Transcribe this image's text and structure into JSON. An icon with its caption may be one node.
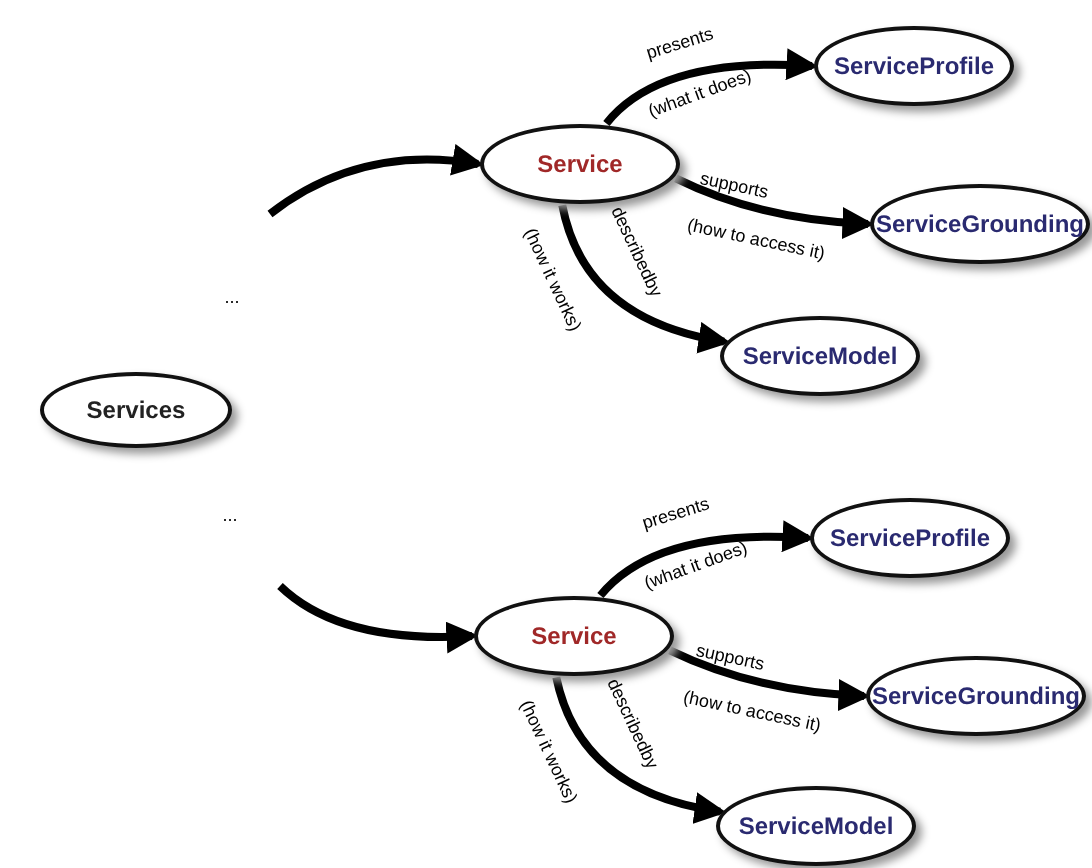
{
  "diagram": {
    "nodes": [
      {
        "text": [
          "Services"
        ]
      },
      {
        "text": [
          "Service"
        ]
      },
      {
        "text": [
          "ServiceProfile"
        ]
      },
      {
        "text": [
          "ServiceGrounding"
        ]
      },
      {
        "text": [
          "ServiceModel"
        ]
      },
      {
        "text": [
          "Service"
        ]
      },
      {
        "text": [
          "ServiceProfile"
        ]
      },
      {
        "text": [
          "ServiceGrounding"
        ]
      },
      {
        "text": [
          "ServiceModel"
        ]
      }
    ],
    "edges": [
      {
        "from": null,
        "to": 1,
        "arrow": "to"
      },
      {
        "from": 1,
        "to": 2,
        "arrow": "to",
        "label": "presents"
      },
      {
        "from": 1,
        "to": 3,
        "arrow": "to",
        "label": "supports"
      },
      {
        "from": 1,
        "to": 4,
        "arrow": "to",
        "label": "describedby"
      },
      {
        "from": null,
        "to": 5,
        "arrow": "to"
      },
      {
        "from": 5,
        "to": 6,
        "arrow": "to",
        "label": "presents"
      },
      {
        "from": 5,
        "to": 7,
        "arrow": "to",
        "label": "supports"
      },
      {
        "from": 5,
        "to": 8,
        "arrow": "to",
        "label": "describedby"
      }
    ],
    "labels": [
      "(what it does)",
      "(how to access it)",
      "(how it works)",
      "...",
      "...",
      "(what it does)",
      "(how to access it)",
      "(how it works)"
    ]
  }
}
